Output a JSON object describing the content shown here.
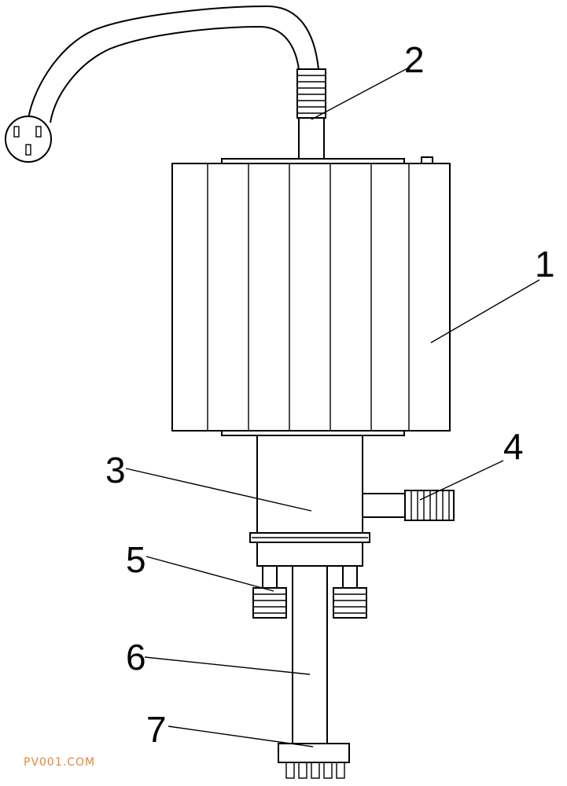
{
  "callouts": [
    {
      "id": "1",
      "label": "1"
    },
    {
      "id": "2",
      "label": "2"
    },
    {
      "id": "3",
      "label": "3"
    },
    {
      "id": "4",
      "label": "4"
    },
    {
      "id": "5",
      "label": "5"
    },
    {
      "id": "6",
      "label": "6"
    },
    {
      "id": "7",
      "label": "7"
    }
  ],
  "watermark": "PV001.COM",
  "colors": {
    "line": "#000000",
    "watermark": "#e4873a"
  }
}
